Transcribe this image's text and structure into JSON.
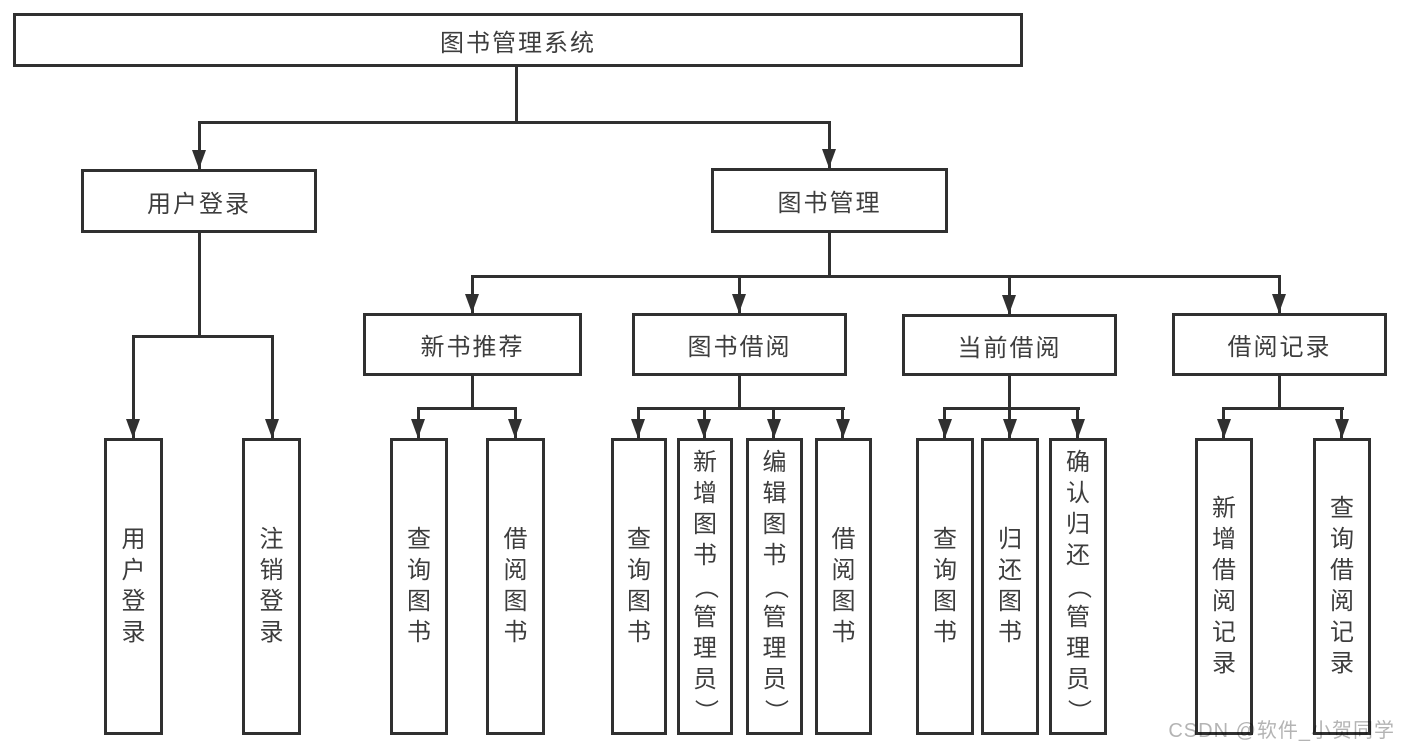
{
  "diagram": {
    "watermark": "CSDN @软件_小贺同学",
    "colors": {
      "line": "#303030",
      "text": "#3d3d3d",
      "background": "#ffffff",
      "watermark": "#b4b4b4"
    },
    "nodes": {
      "root": {
        "label": "图书管理系统"
      },
      "login": {
        "label": "用户登录"
      },
      "mgmt": {
        "label": "图书管理"
      },
      "newbook": {
        "label": "新书推荐"
      },
      "borrow": {
        "label": "图书借阅"
      },
      "current": {
        "label": "当前借阅"
      },
      "records": {
        "label": "借阅记录"
      },
      "login_user": {
        "label": "用户登录"
      },
      "login_logout": {
        "label": "注销登录"
      },
      "newbook_query": {
        "label": "查询图书"
      },
      "newbook_borrow": {
        "label": "借阅图书"
      },
      "borrow_query": {
        "label": "查询图书"
      },
      "borrow_add": {
        "label": "新增图书（管理员）"
      },
      "borrow_edit": {
        "label": "编辑图书（管理员）"
      },
      "borrow_borrow": {
        "label": "借阅图书"
      },
      "current_query": {
        "label": "查询图书"
      },
      "current_return": {
        "label": "归还图书"
      },
      "current_confirm": {
        "label": "确认归还（管理员）"
      },
      "records_add": {
        "label": "新增借阅记录"
      },
      "records_query": {
        "label": "查询借阅记录"
      }
    }
  }
}
